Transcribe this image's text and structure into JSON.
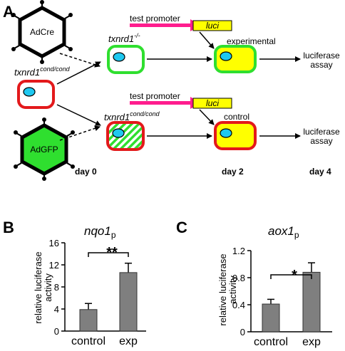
{
  "panel_a": {
    "label": "A",
    "virus_cre": "AdCre",
    "virus_gfp": "AdGFP",
    "parent_genotype": "txnrd1",
    "parent_genotype_sup": "cond/cond",
    "ko_genotype": "txnrd1",
    "ko_genotype_sup": "-/-",
    "ctrl_genotype": "txnrd1",
    "ctrl_genotype_sup": "cond/cond",
    "test_promoter_top": "test promoter",
    "test_promoter_bottom": "test promoter",
    "luci_top": "luci",
    "luci_bottom": "luci",
    "experimental": "experimental",
    "control": "control",
    "assay_top_1": "luciferase",
    "assay_top_2": "assay",
    "assay_bottom_1": "luciferase",
    "assay_bottom_2": "assay",
    "day0": "day 0",
    "day2": "day 2",
    "day4": "day 4",
    "colors": {
      "red": "#e3191b",
      "green": "#2fdf2f",
      "yellow": "#ffff00",
      "magenta": "#ff1d8e",
      "cyan": "#1ec8f0"
    }
  },
  "panel_b": {
    "label": "B",
    "gene": "nqo1",
    "suffix": "p",
    "ylabel_1": "relative luciferase",
    "ylabel_2": "activity",
    "significance": "**"
  },
  "panel_c": {
    "label": "C",
    "gene": "aox1",
    "suffix": "p",
    "ylabel_1": "relative luciferase",
    "ylabel_2": "activity",
    "significance": "*"
  },
  "chart_data": [
    {
      "type": "bar",
      "title": "nqo1p",
      "ylabel": "relative luciferase activity",
      "categories": [
        "control",
        "exp"
      ],
      "values": [
        3.9,
        10.6
      ],
      "errors": [
        1.1,
        1.7
      ],
      "ylim": [
        0,
        16
      ],
      "yticks": [
        "0",
        "4",
        "8",
        "12",
        "16"
      ],
      "significance": "**"
    },
    {
      "type": "bar",
      "title": "aox1p",
      "ylabel": "relative luciferase activity",
      "categories": [
        "control",
        "exp"
      ],
      "values": [
        0.41,
        0.88
      ],
      "errors": [
        0.07,
        0.14
      ],
      "ylim": [
        0,
        1.2
      ],
      "yticks": [
        "0",
        "0.4",
        "0.8",
        "1.2"
      ],
      "significance": "*"
    }
  ]
}
